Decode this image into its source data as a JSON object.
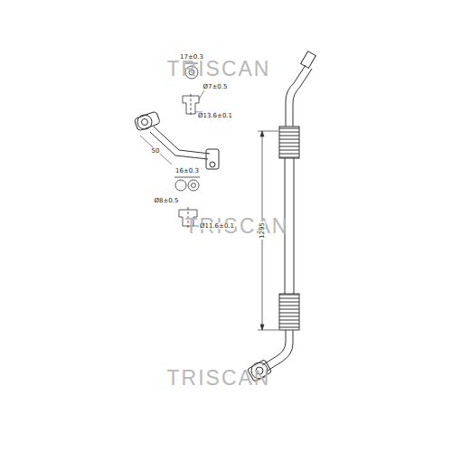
{
  "diagram": {
    "labels": [
      "TRISCAN",
      "TRISCAN",
      "TRISCAN",
      "17±0.3",
      "Ø7±0.5",
      "Ø13.6±0.1",
      "50",
      "16±0.3",
      "Ø8±0.5",
      "Ø11.6±0.1",
      "1295"
    ]
  }
}
